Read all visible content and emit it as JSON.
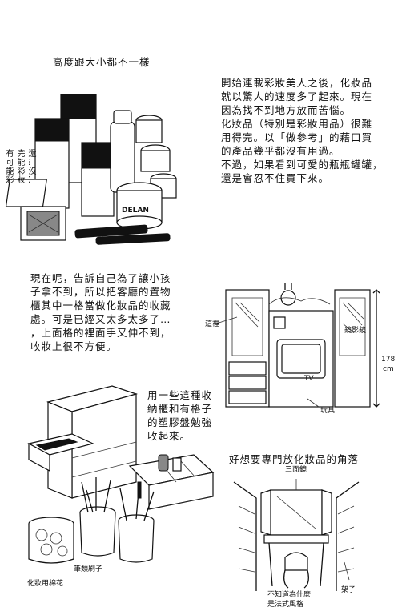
{
  "captions": {
    "title_height": "高度跟大小都不一樣",
    "intro_lines": [
      "開始連載彩妝美人之後，化妝品",
      "就以驚人的速度多了起來。現在",
      "因為找不到地方放而苦惱。",
      "化妝品（特別是彩妝用品）很難",
      "用得完。以「做參考」的藉口買",
      "的產品幾乎都沒有用過。",
      "不過，如果看到可愛的瓶瓶罐罐，",
      "還是會忍不住買下來。"
    ],
    "side_note": [
      "有可能彩",
      "完能彩妝",
      "還…沒…"
    ],
    "current_lines": [
      "現在呢，告訴自己為了讓小孩",
      "子拿不到，所以把客廳的置物",
      "櫃其中一格當做化妝品的收藏",
      "處。可是已經又太多太多了…",
      "，上面格的裡面手又伸不到，",
      "收妝上很不方便。"
    ],
    "storage_lines": [
      "用一些這種收",
      "納櫃和有格子",
      "的塑膠盤勉強",
      "收起來。"
    ],
    "wish_title": "好想要專門放化妝品的角落",
    "label_cotton": "化妝用棉花",
    "label_brush": "筆類刷子",
    "label_mirror_left": "這裡",
    "label_mirror_right": "鏡影鏡",
    "label_tv": "TV",
    "label_toy": "玩具",
    "label_height": "178",
    "label_unit": "cm",
    "label_triple_mirror": "三面鏡",
    "label_shelf": "架子",
    "label_chair_note": [
      "不知道為什麼",
      "是法式風格"
    ],
    "label_jar_brand": "DELAN"
  },
  "colors": {
    "ink": "#111111",
    "paper": "#ffffff"
  }
}
